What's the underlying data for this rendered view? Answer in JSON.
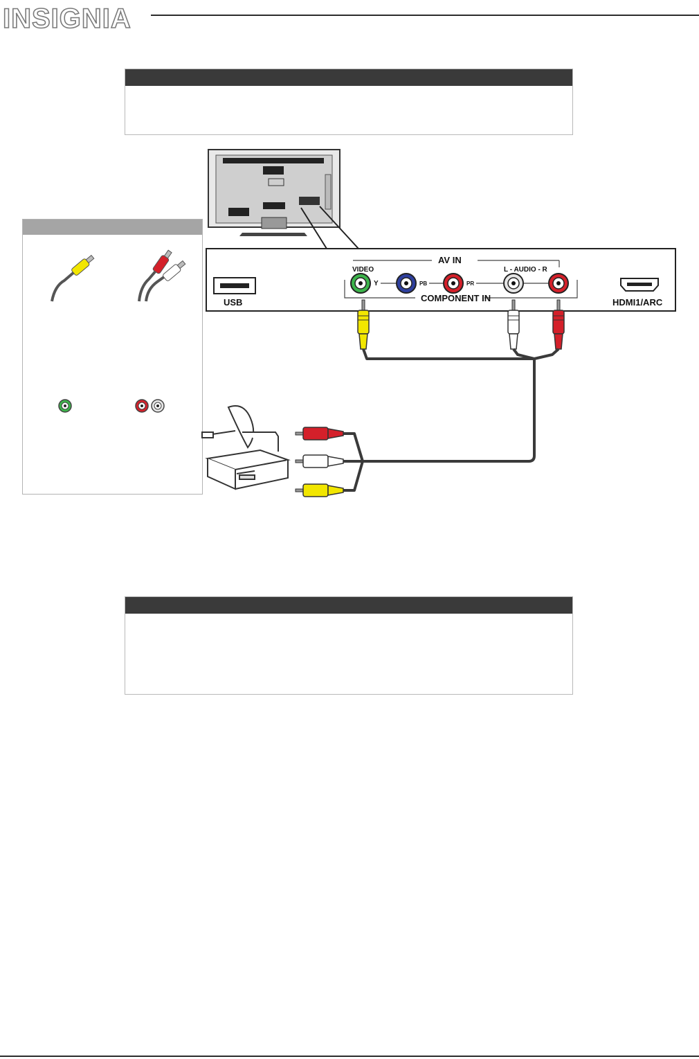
{
  "brand": {
    "logo_text": "INSIGNIA"
  },
  "note_top": {
    "title": "",
    "text": ""
  },
  "note_bottom": {
    "title": "",
    "text": ""
  },
  "legend": {
    "title": "",
    "items": [
      {
        "icon": "yellow-video-cable-icon",
        "label": ""
      },
      {
        "icon": "red-white-audio-cable-icon",
        "label": ""
      },
      {
        "icon": "green-video-jack-icon",
        "label": ""
      },
      {
        "icon": "red-white-audio-jacks-icon",
        "label": ""
      }
    ]
  },
  "panel": {
    "usb_label": "USB",
    "av_in_label": "AV IN",
    "video_label": "VIDEO",
    "y_label": "Y",
    "pb_label": "PB",
    "pr_label": "PR",
    "audio_label": "L - AUDIO -  R",
    "component_in_label": "COMPONENT IN",
    "hdmi_label": "HDMI1/ARC"
  },
  "colors": {
    "video": "#f2e600",
    "green": "#3cb44b",
    "blue": "#2e3f9e",
    "red": "#d4202a",
    "white": "#ffffff",
    "cable": "#3a3a3a"
  }
}
